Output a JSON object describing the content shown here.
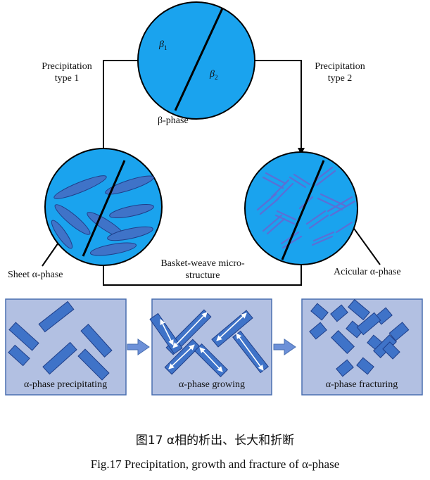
{
  "labels": {
    "beta1": "β",
    "beta1_sub": "1",
    "beta2": "β",
    "beta2_sub": "2",
    "beta_phase": "β-phase",
    "precip1_line1": "Precipitation",
    "precip1_line2": "type 1",
    "precip2_line1": "Precipitation",
    "precip2_line2": "type 2",
    "basket_line1": "Basket-weave micro-",
    "basket_line2": "structure",
    "sheet": "Sheet α-phase",
    "acicular": "Acicular α-phase"
  },
  "panels": [
    {
      "caption": "α-phase precipitating"
    },
    {
      "caption": "α-phase growing"
    },
    {
      "caption": "α-phase fracturing"
    }
  ],
  "caption": {
    "cn": "图17  α相的析出、长大和折断",
    "en": "Fig.17  Precipitation, growth and fracture of α-phase"
  },
  "colors": {
    "circle_fill": "#1aa3ee",
    "plate_fill": "#3f73c8",
    "panel_fill": "#b2c0e2",
    "panel_border": "#4a6fb0",
    "needle": "#5b6fd6",
    "arrow_fat": "#6c90d8"
  }
}
